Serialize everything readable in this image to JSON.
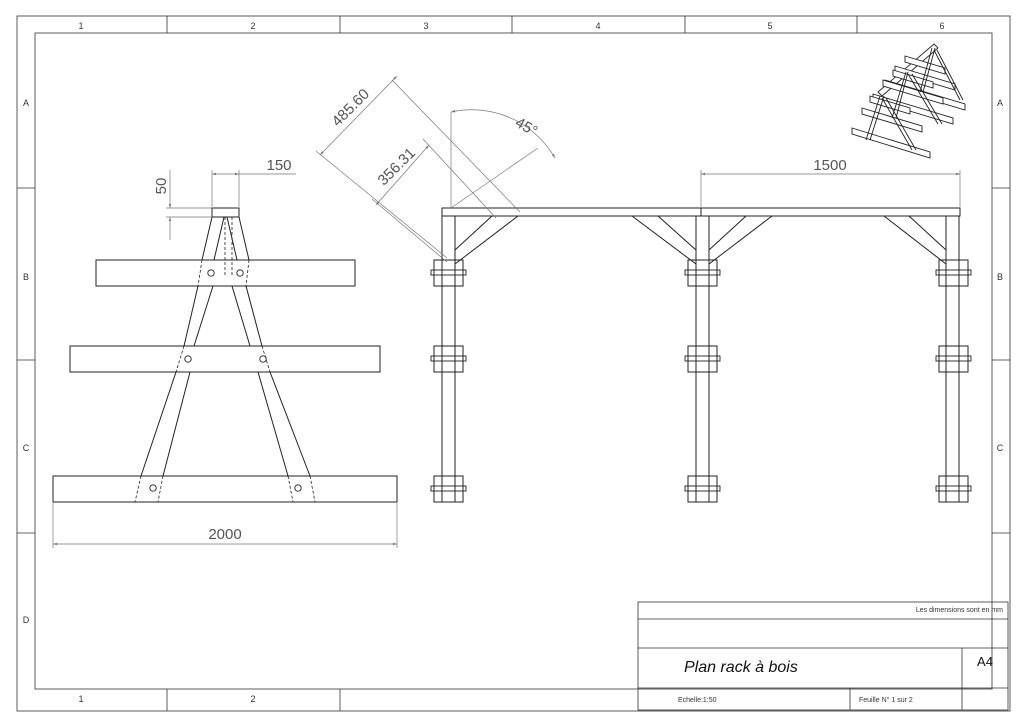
{
  "zones": {
    "cols_top": [
      "1",
      "2",
      "3",
      "4",
      "5",
      "6"
    ],
    "cols_bottom": [
      "1",
      "2"
    ],
    "rows_left": [
      "A",
      "B",
      "C",
      "D"
    ],
    "rows_right": [
      "A",
      "B",
      "C"
    ]
  },
  "dimensions": {
    "leg_width": "150",
    "cap_height": "50",
    "base_length": "2000",
    "brace_long": "485.60",
    "brace_short": "356.31",
    "angle": "45°",
    "spacing": "1500"
  },
  "title_block": {
    "units_note": "Les dimensions sont en mm",
    "title": "Plan rack à bois",
    "sheet_size": "A4",
    "scale": "Echelle:1:50",
    "sheet_number": "Feuille N° 1 sur 2"
  },
  "colors": {
    "line": "#222222",
    "dim_line": "#777777",
    "frame": "#333333"
  }
}
